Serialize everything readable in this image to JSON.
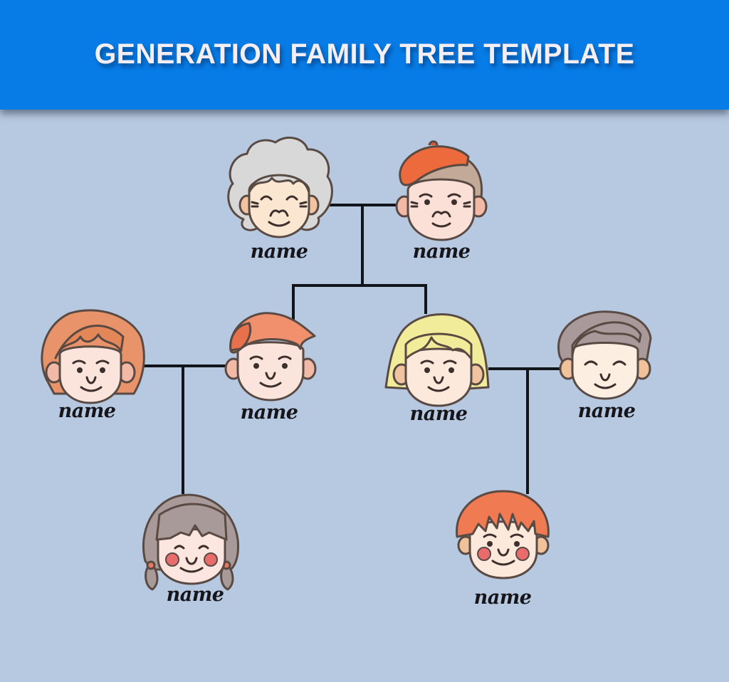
{
  "header": {
    "title": "GENERATION FAMILY TREE TEMPLATE",
    "background_color": "#077ce6",
    "title_color": "#f6eef2"
  },
  "canvas": {
    "background_color": "#b7c9e1",
    "line_color": "#111418"
  },
  "tree": {
    "generation_1": [
      {
        "role": "grandmother",
        "label": "name",
        "hair_color": "#d9d9d9",
        "icon": "grandmother-face-icon"
      },
      {
        "role": "grandfather",
        "label": "name",
        "hair_color": "#c3aa98",
        "hat_color": "#ec6a3c",
        "icon": "grandfather-beret-face-icon"
      }
    ],
    "generation_2": [
      {
        "role": "spouse-left",
        "label": "name",
        "hair_color": "#e8936a",
        "icon": "woman-bob-face-icon"
      },
      {
        "role": "son",
        "label": "name",
        "hair_color": "#f08a6a",
        "icon": "man-red-hair-face-icon"
      },
      {
        "role": "daughter",
        "label": "name",
        "hair_color": "#f1ec9a",
        "icon": "woman-blonde-face-icon"
      },
      {
        "role": "spouse-right",
        "label": "name",
        "hair_color": "#a9999a",
        "icon": "man-grey-hair-face-icon"
      }
    ],
    "generation_3": [
      {
        "role": "granddaughter",
        "label": "name",
        "hair_color": "#a89a98",
        "icon": "girl-pigtails-face-icon"
      },
      {
        "role": "grandchild",
        "label": "name",
        "hair_color": "#f07a52",
        "icon": "child-red-bangs-face-icon"
      }
    ]
  }
}
